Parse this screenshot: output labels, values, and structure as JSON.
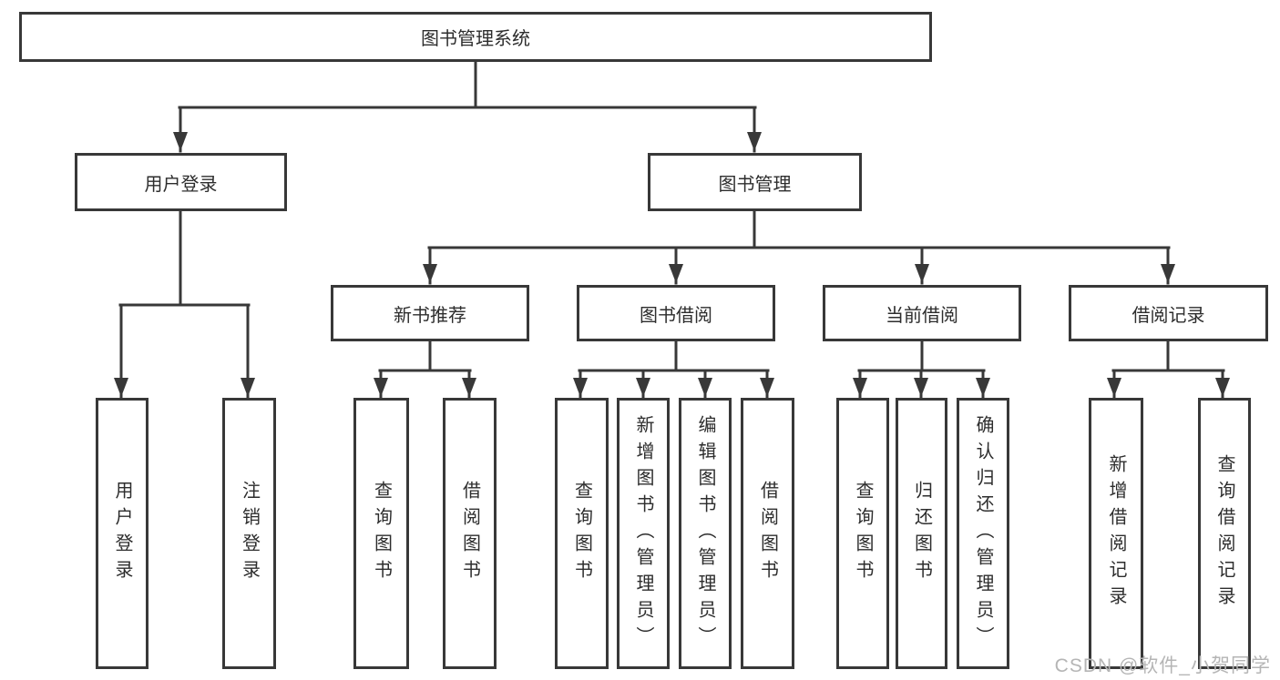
{
  "diagram_title": "图书管理系统",
  "tree": {
    "root": "图书管理系统",
    "branches": [
      {
        "label": "用户登录",
        "children": [
          "用户登录",
          "注销登录"
        ]
      },
      {
        "label": "图书管理",
        "sections": [
          {
            "label": "新书推荐",
            "children": [
              "查询图书",
              "借阅图书"
            ]
          },
          {
            "label": "图书借阅",
            "children": [
              "查询图书",
              "新增图书（管理员）",
              "编辑图书（管理员）",
              "借阅图书"
            ]
          },
          {
            "label": "当前借阅",
            "children": [
              "查询图书",
              "归还图书",
              "确认归还（管理员）"
            ]
          },
          {
            "label": "借阅记录",
            "children": [
              "新增借阅记录",
              "查询借阅记录"
            ]
          }
        ]
      }
    ]
  },
  "watermark": "CSDN @软件_小贺同学",
  "colors": {
    "line": "#383838",
    "box_border": "#383838",
    "text": "#2d2d2d",
    "watermark": "#b5b5b5",
    "background": "#ffffff"
  }
}
